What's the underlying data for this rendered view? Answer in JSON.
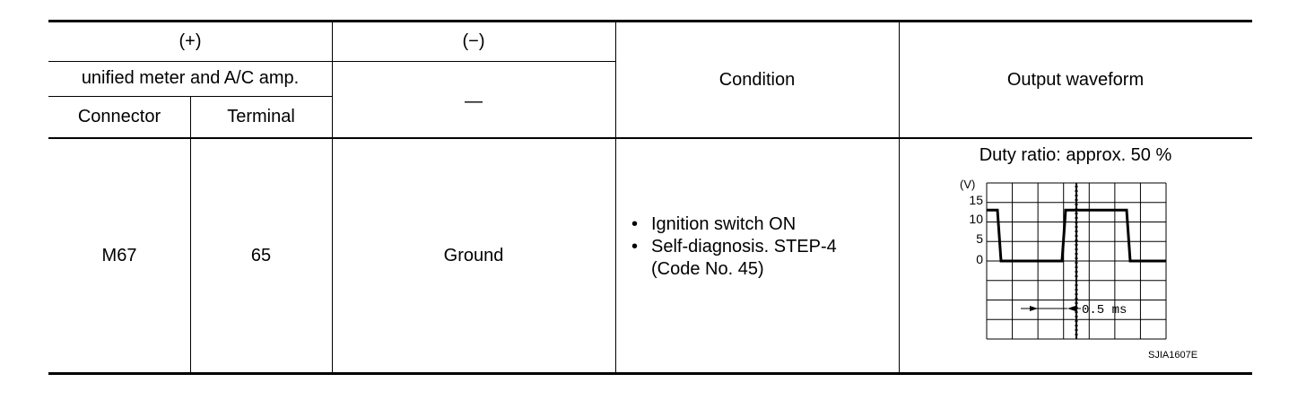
{
  "table": {
    "headers": {
      "plus": "(+)",
      "minus": "(−)",
      "unit": "unified meter and A/C amp.",
      "minus_value": "—",
      "connector": "Connector",
      "terminal": "Terminal",
      "condition": "Condition",
      "output": "Output waveform"
    },
    "row": {
      "connector": "M67",
      "terminal": "65",
      "ground": "Ground",
      "conditions": [
        "Ignition switch ON",
        "Self-diagnosis. STEP-4",
        "(Code No. 45)"
      ],
      "bullet": "•",
      "duty": "Duty ratio: approx. 50 %",
      "waveform": {
        "y_unit": "(V)",
        "y_ticks": [
          "15",
          "10",
          "5",
          "0"
        ],
        "time_label": "0.5 ms",
        "levels_v": [
          12,
          0,
          12,
          0
        ],
        "figure_code": "SJIA1607E"
      }
    }
  }
}
